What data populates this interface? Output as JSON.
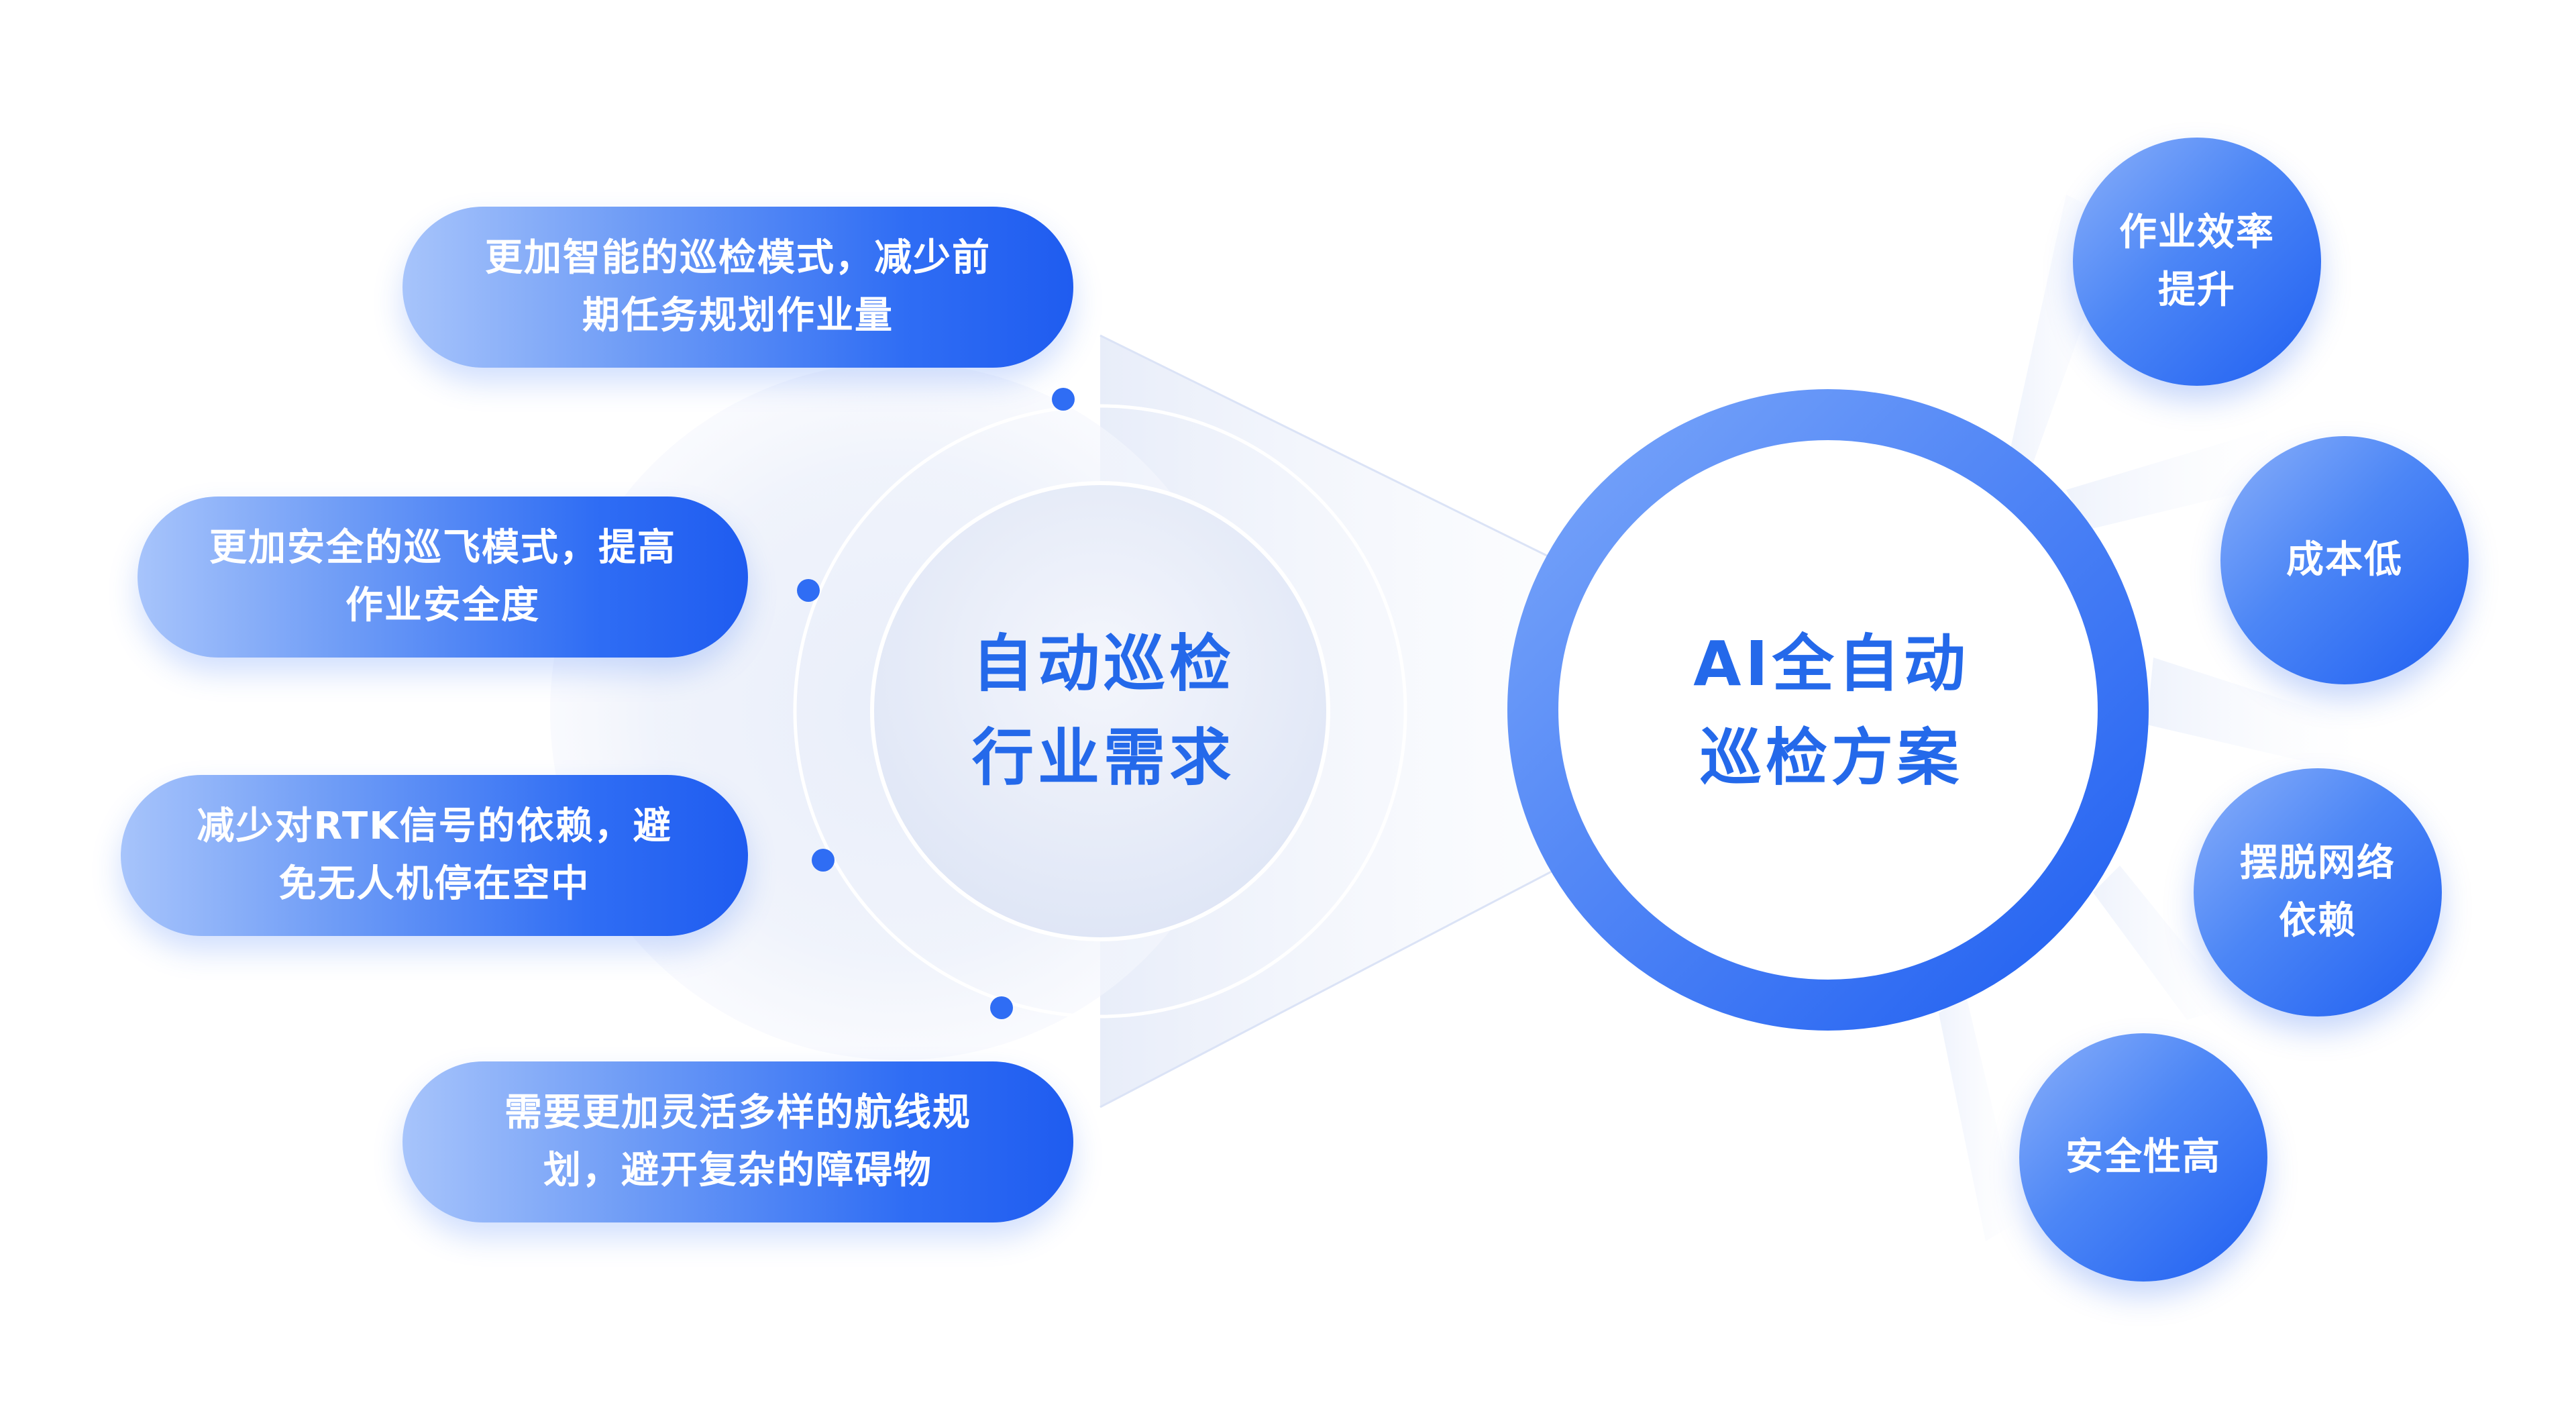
{
  "needs": {
    "title_line1": "自动巡检",
    "title_line2": "行业需求",
    "items": [
      {
        "line1": "更加智能的巡检模式，减少前",
        "line2": "期任务规划作业量"
      },
      {
        "line1": "更加安全的巡飞模式，提高",
        "line2": "作业安全度"
      },
      {
        "line1": "减少对RTK信号的依赖，避",
        "line2": "免无人机停在空中"
      },
      {
        "line1": "需要更加灵活多样的航线规",
        "line2": "划，避开复杂的障碍物"
      }
    ]
  },
  "solution": {
    "title_line1": "AI全自动",
    "title_line2": "巡检方案",
    "benefits": [
      {
        "line1": "作业效率",
        "line2": "提升"
      },
      {
        "line1": "成本低",
        "line2": ""
      },
      {
        "line1": "摆脱网络",
        "line2": "依赖"
      },
      {
        "line1": "安全性高",
        "line2": ""
      }
    ]
  },
  "colors": {
    "accent": "#2469ea",
    "pill_start": "#a7c4fb",
    "pill_end": "#1f5cf0",
    "ring": "#3a7af5"
  }
}
